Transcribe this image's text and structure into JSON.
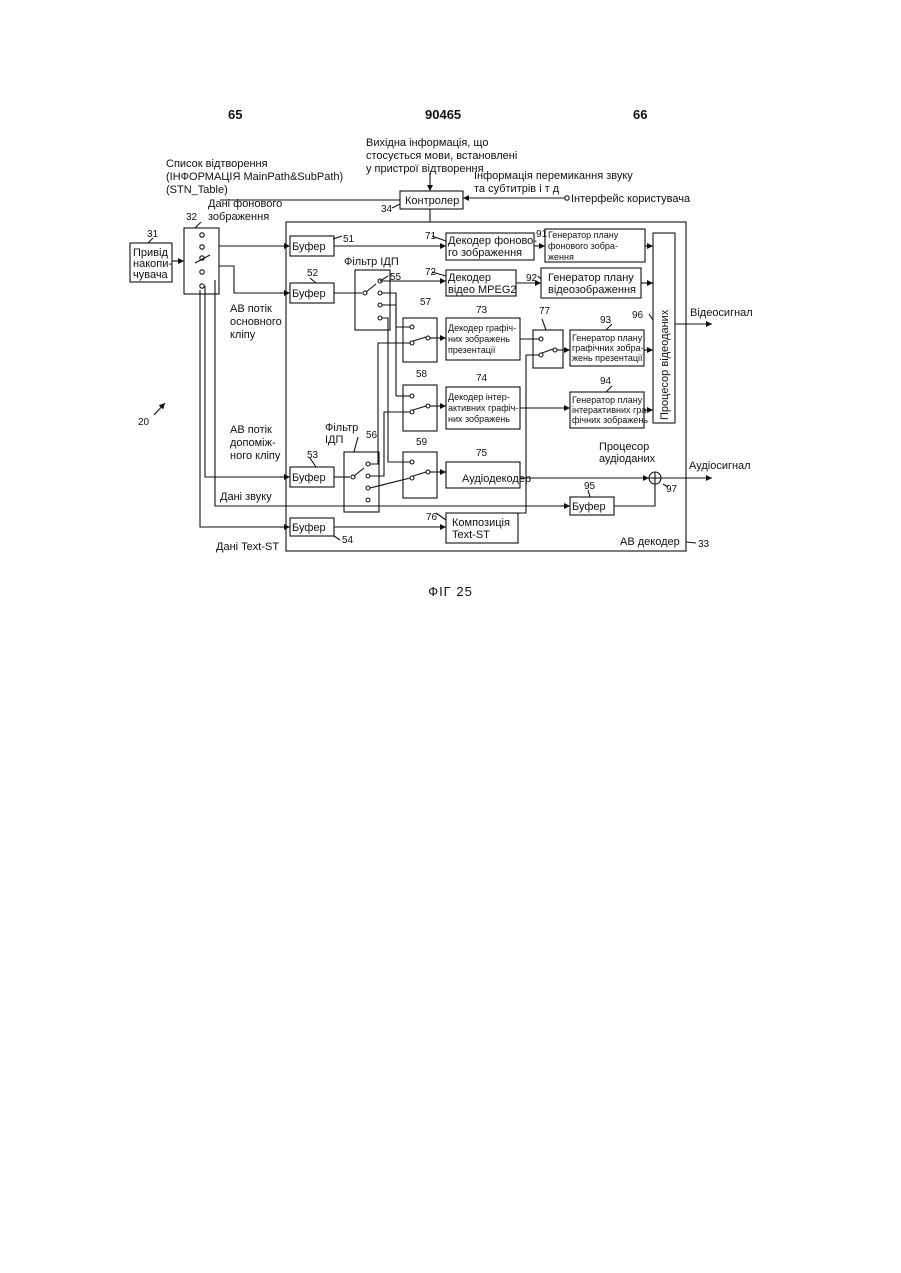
{
  "header": {
    "page_left": "65",
    "page_center": "90465",
    "page_right": "66"
  },
  "figure_caption": "ФІГ  25",
  "top_labels": {
    "playlist": [
      "Список відтворення",
      "(ІНФОРМАЦІЯ MainPath&SubPath)",
      "(STN_Table)"
    ],
    "output_info": [
      "Вихідна інформація, що",
      "стосується мови, встановлені",
      "у пристрої відтворення"
    ],
    "switch_info": [
      "Інформація перемикання звуку",
      "та субтитрів і т д"
    ],
    "ui": "Інтерфейс користувача"
  },
  "blocks": {
    "drive": [
      "Привід",
      "накопи-",
      "чувача"
    ],
    "controller": "Контролер",
    "buffer51": "Буфер",
    "buffer52": "Буфер",
    "buffer53": "Буфер",
    "buffer54": "Буфер",
    "buffer95": "Буфер",
    "pid_filter_55": "Фільтр ІДП",
    "pid_filter_56": [
      "Фільтр",
      "ІДП"
    ],
    "bg_decoder": [
      "Декодер фоново-",
      "го зображення"
    ],
    "mpeg2_decoder": [
      "Декодер",
      "відео MPEG2"
    ],
    "pg_decoder": [
      "Декодер графіч-",
      "них зображень",
      "презентації"
    ],
    "ig_decoder": [
      "Декодер інтер-",
      "активних графіч-",
      "них зображень"
    ],
    "audio_decoder": "Аудіодекодер",
    "text_st": [
      "Композиція",
      "Text-ST"
    ],
    "bg_plane": [
      "Генератор плану",
      "фонового зобра-",
      "ження"
    ],
    "video_plane": [
      "Генератор плану",
      "відеозображення"
    ],
    "pg_plane": [
      "Генератор плану",
      "графічних зобра-",
      "жень презентації"
    ],
    "ig_plane": [
      "Генератор плану",
      "інтерактивних гра-",
      "фічних зображень"
    ],
    "video_processor": "Процесор відеоданих",
    "audio_processor": [
      "Процесор",
      "аудіоданих"
    ]
  },
  "stream_labels": {
    "bg_data": [
      "Дані фонового",
      "зображення"
    ],
    "main_clip": [
      "АВ потік",
      "основного",
      "кліпу"
    ],
    "sub_clip": [
      "АВ потік",
      "допоміж-",
      "ного кліпу"
    ],
    "sound_data": "Дані звуку",
    "text_st_data": "Дані Text-ST"
  },
  "outputs": {
    "video": "Відеосигнал",
    "audio": "Аудіосигнал"
  },
  "av_decoder": "АВ декодер",
  "refs": {
    "r20": "20",
    "r31": "31",
    "r32": "32",
    "r33": "33",
    "r34": "34",
    "r51": "51",
    "r52": "52",
    "r53": "53",
    "r54": "54",
    "r55": "55",
    "r56": "56",
    "r57": "57",
    "r58": "58",
    "r59": "59",
    "r71": "71",
    "r72": "72",
    "r73": "73",
    "r74": "74",
    "r75": "75",
    "r76": "76",
    "r77": "77",
    "r91": "91",
    "r92": "92",
    "r93": "93",
    "r94": "94",
    "r95": "95",
    "r96": "96",
    "r97": "97"
  }
}
